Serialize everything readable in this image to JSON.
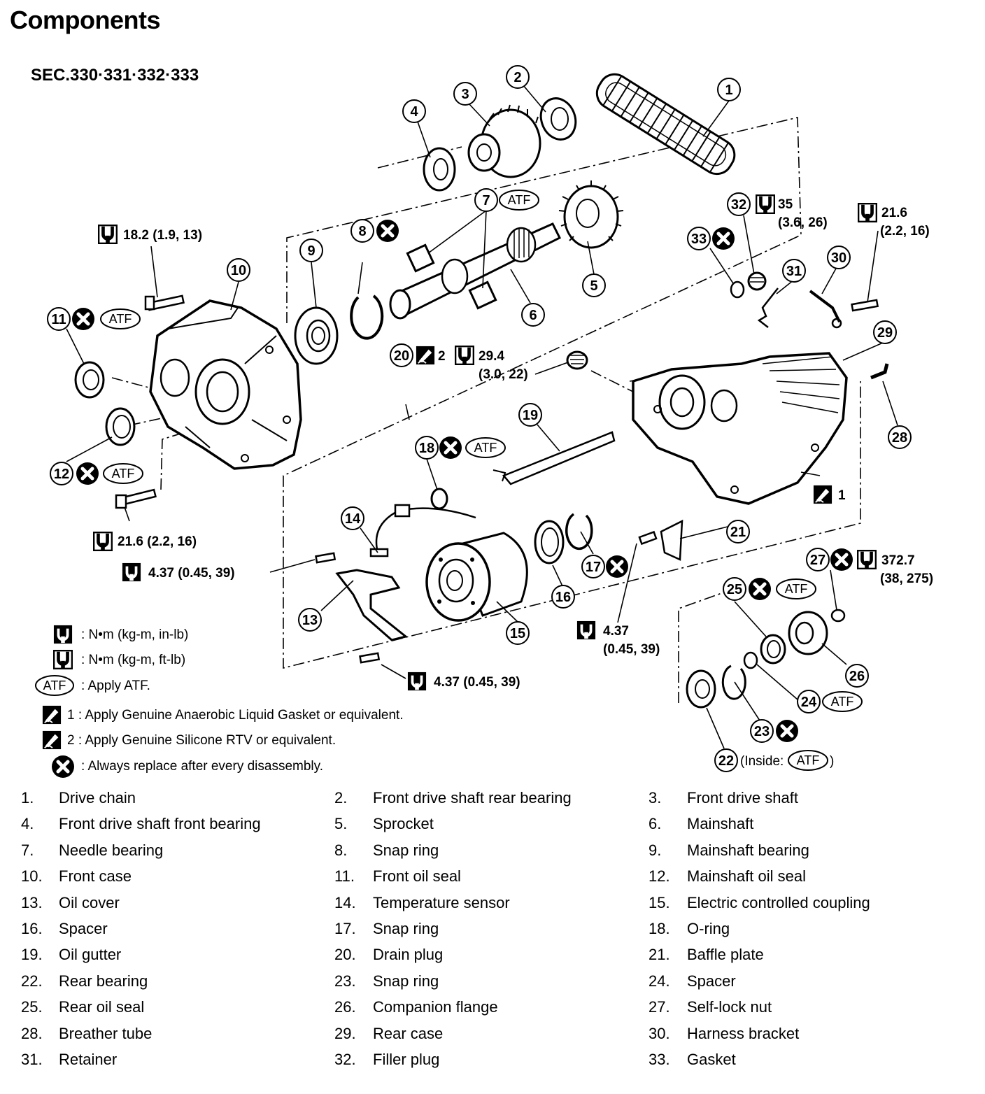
{
  "title": "Components",
  "section": "SEC.330·331·332·333",
  "symbols": {
    "atf": "ATF",
    "liquid_gasket_1": "1",
    "liquid_gasket_2": "2"
  },
  "torques": {
    "t32": "35",
    "t32_sub": "(3.6,  26)",
    "t30": "21.6",
    "t30_sub": "(2.2,  16)",
    "t_front_bolt": "18.2  (1.9,  13)",
    "t20_main": "29.4",
    "t20_sub": "(3.0,  22)",
    "t_lower_bolt": "21.6  (2.2,  16)",
    "t14": "4.37  (0.45,  39)",
    "t13": "4.37  (0.45,  39)",
    "t21_main": "4.37",
    "t21_sub": "(0.45,  39)",
    "t27_main": "372.7",
    "t27_sub": "(38,  275)"
  },
  "callouts": [
    "1",
    "2",
    "3",
    "4",
    "5",
    "6",
    "7",
    "8",
    "9",
    "10",
    "11",
    "12",
    "13",
    "14",
    "15",
    "16",
    "17",
    "18",
    "19",
    "20",
    "21",
    "22",
    "23",
    "24",
    "25",
    "26",
    "27",
    "28",
    "29",
    "30",
    "31",
    "32",
    "33"
  ],
  "note_22_prefix": "(Inside:",
  "note_22_suffix": ")",
  "legend": [
    {
      "symbol": "torque-nm-kgm-inlb",
      "text": ": N•m  (kg-m,  in-lb)"
    },
    {
      "symbol": "torque-nm-kgm-ftlb",
      "text": ": N•m  (kg-m,  ft-lb)"
    },
    {
      "symbol": "atf",
      "text": ": Apply ATF."
    },
    {
      "symbol": "liquid-gasket-1",
      "text": "1 : Apply Genuine Anaerobic Liquid Gasket or equivalent."
    },
    {
      "symbol": "liquid-gasket-2",
      "text": "2 : Apply Genuine Silicone RTV or equivalent."
    },
    {
      "symbol": "replace",
      "text": ": Always replace after every disassembly."
    }
  ],
  "parts": [
    {
      "num": "1.",
      "name": "Drive chain"
    },
    {
      "num": "2.",
      "name": "Front drive shaft rear bearing"
    },
    {
      "num": "3.",
      "name": "Front drive shaft"
    },
    {
      "num": "4.",
      "name": "Front drive shaft front bearing"
    },
    {
      "num": "5.",
      "name": "Sprocket"
    },
    {
      "num": "6.",
      "name": "Mainshaft"
    },
    {
      "num": "7.",
      "name": "Needle bearing"
    },
    {
      "num": "8.",
      "name": "Snap ring"
    },
    {
      "num": "9.",
      "name": "Mainshaft bearing"
    },
    {
      "num": "10.",
      "name": "Front case"
    },
    {
      "num": "11.",
      "name": "Front oil seal"
    },
    {
      "num": "12.",
      "name": "Mainshaft oil seal"
    },
    {
      "num": "13.",
      "name": "Oil cover"
    },
    {
      "num": "14.",
      "name": "Temperature sensor"
    },
    {
      "num": "15.",
      "name": "Electric controlled coupling"
    },
    {
      "num": "16.",
      "name": "Spacer"
    },
    {
      "num": "17.",
      "name": "Snap ring"
    },
    {
      "num": "18.",
      "name": "O-ring"
    },
    {
      "num": "19.",
      "name": "Oil gutter"
    },
    {
      "num": "20.",
      "name": "Drain plug"
    },
    {
      "num": "21.",
      "name": "Baffle plate"
    },
    {
      "num": "22.",
      "name": "Rear bearing"
    },
    {
      "num": "23.",
      "name": "Snap ring"
    },
    {
      "num": "24.",
      "name": "Spacer"
    },
    {
      "num": "25.",
      "name": "Rear oil seal"
    },
    {
      "num": "26.",
      "name": "Companion flange"
    },
    {
      "num": "27.",
      "name": "Self-lock nut"
    },
    {
      "num": "28.",
      "name": "Breather tube"
    },
    {
      "num": "29.",
      "name": "Rear case"
    },
    {
      "num": "30.",
      "name": "Harness bracket"
    },
    {
      "num": "31.",
      "name": "Retainer"
    },
    {
      "num": "32.",
      "name": "Filler plug"
    },
    {
      "num": "33.",
      "name": "Gasket"
    }
  ]
}
